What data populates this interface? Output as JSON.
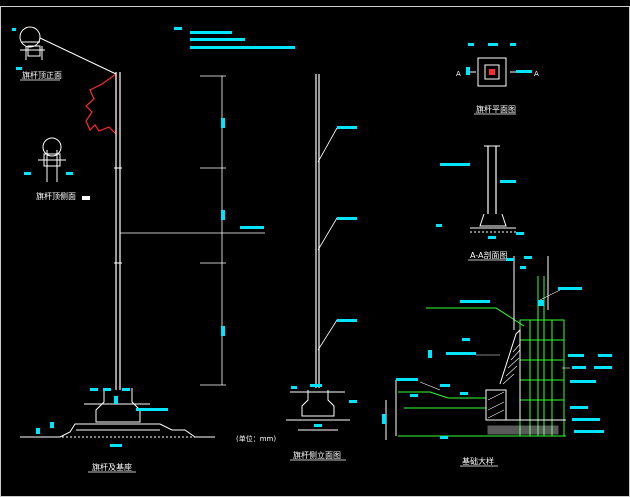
{
  "views": {
    "flag_top_front": {
      "title": "旗杆顶正面"
    },
    "flag_top_side": {
      "title": "旗杆顶侧面"
    },
    "elevation": {
      "title": "旗杆及基座"
    },
    "side_elevation": {
      "title": "旗杆侧立面图"
    },
    "plan": {
      "title": "旗杆平面图",
      "section_mark": "A"
    },
    "section": {
      "title": "A-A剖面图"
    },
    "foundation": {
      "title": "基础大样"
    }
  },
  "units_note": "(单位：mm)",
  "colors": {
    "background": "#000000",
    "line": "#ffffff",
    "dimension": "#00e5ff",
    "annotation": "#33ff33",
    "flag": "#ff2a2a"
  }
}
